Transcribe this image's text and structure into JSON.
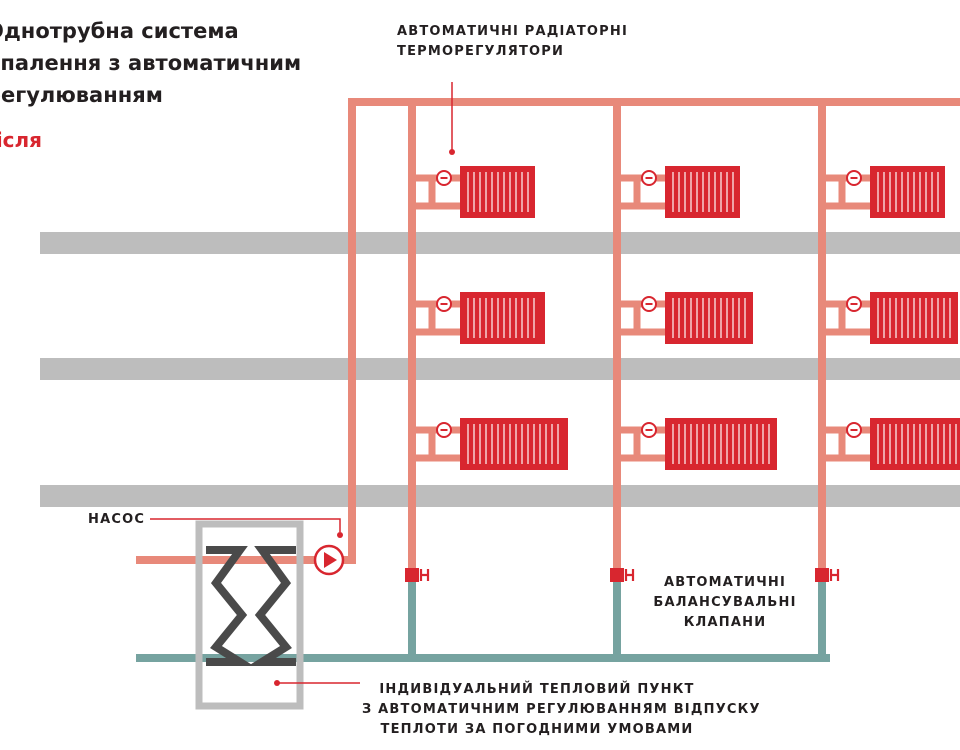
{
  "title_lines": [
    "Однотрубна система",
    "опалення з автоматичним",
    "регулюванням"
  ],
  "subtitle": "після",
  "labels": {
    "thermo": [
      "АВТОМАТИЧНІ РАДІАТОРНІ",
      "ТЕРМОРЕГУЛЯТОРИ"
    ],
    "pump": "НАСОС",
    "balancing": [
      "АВТОМАТИЧНІ",
      "БАЛАНСУВАЛЬНІ",
      "КЛАПАНИ"
    ],
    "itp": [
      "ІНДИВІДУАЛЬНИЙ ТЕПЛОВИЙ ПУНКТ",
      "З АВТОМАТИЧНИМ РЕГУЛЮВАННЯМ ВІДПУСКУ",
      "ТЕПЛОТИ ЗА ПОГОДНИМИ УМОВАМИ"
    ]
  },
  "colors": {
    "supply_pipe": "#e8897a",
    "return_pipe": "#76a3a0",
    "radiator": "#d8262f",
    "floor_slab": "#bdbdbd",
    "heat_exchanger_frame": "#bdbdbd",
    "heat_exchanger_coil": "#4a4a4a",
    "text": "#231f20",
    "accent_text": "#d8262f"
  },
  "floors": 3,
  "risers": 3
}
